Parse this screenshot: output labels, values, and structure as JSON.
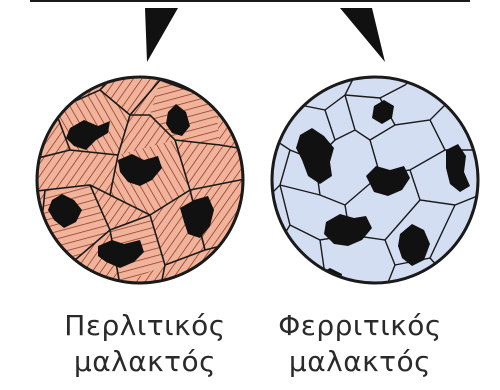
{
  "colors": {
    "pearlite_fill": "#f0b49c",
    "pearlite_lamella": "#9b3a24",
    "ferrite_fill": "#d4def2",
    "graphite": "#111111",
    "outline": "#1a1a1a"
  },
  "icons": [
    "pointer-triangle",
    "pointer-triangle"
  ],
  "left_caption": {
    "line1": "Περλιτικός",
    "line2": "μαλακτός"
  },
  "right_caption": {
    "line1": "Φερριτικός",
    "line2": "μαλακτός"
  }
}
